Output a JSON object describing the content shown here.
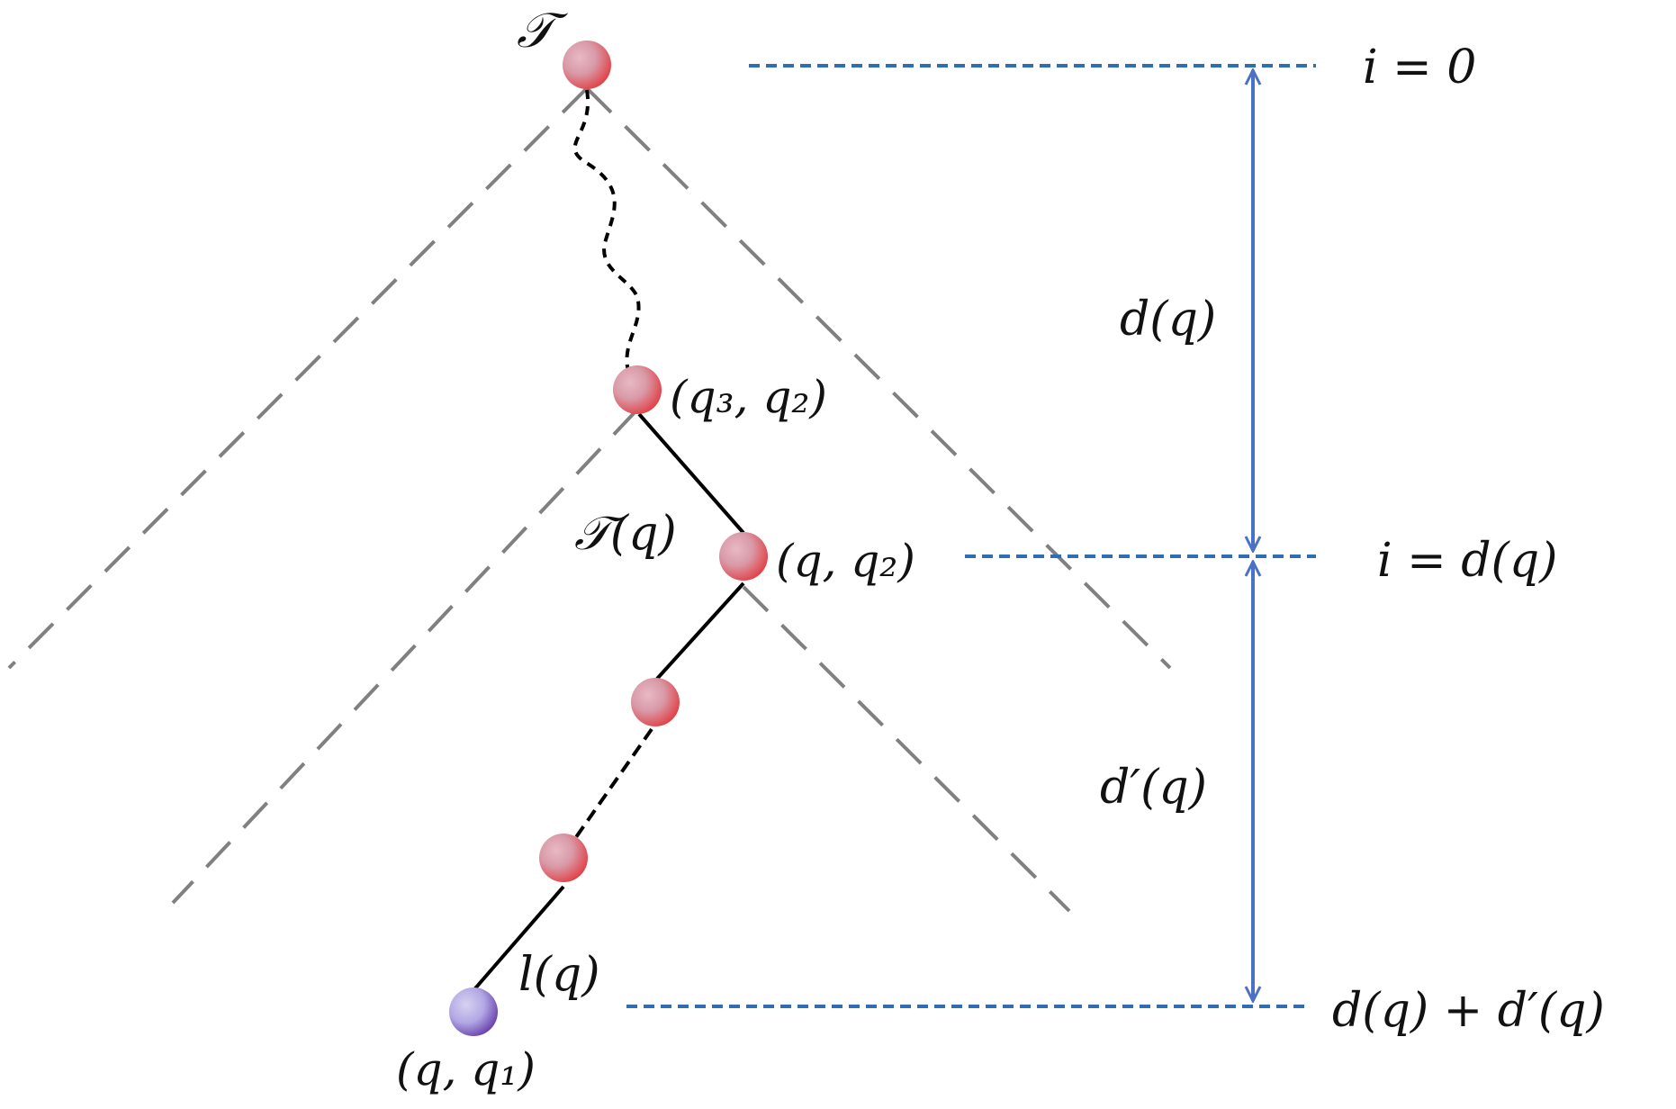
{
  "title": "",
  "nodes": {
    "root": {
      "label": "𝒯"
    },
    "n_q3q2": {
      "label": "(q₃, q₂)"
    },
    "n_qq2": {
      "label": "(q, q₂)"
    },
    "mid_a": {
      "label": ""
    },
    "mid_b": {
      "label": ""
    },
    "leaf": {
      "label": "(q, q₁)"
    }
  },
  "annotations": {
    "subtree": "𝒯(q)",
    "leaf_edge": "l(q)"
  },
  "levels": {
    "top": "i = 0",
    "middle": "i = d(q)",
    "bottom": "d(q) + d′(q)"
  },
  "spans": {
    "upper": "d(q)",
    "lower": "d′(q)"
  },
  "colors": {
    "node_red": "#e23b3b",
    "node_pink": "#d9a3b0",
    "leaf_purple": "#6a3fb0",
    "leaf_light": "#c9c3ea",
    "guide_blue": "#2f6db5",
    "arrow_blue": "#4a72c4",
    "triangle_gray": "#808080",
    "path_black": "#000000"
  }
}
